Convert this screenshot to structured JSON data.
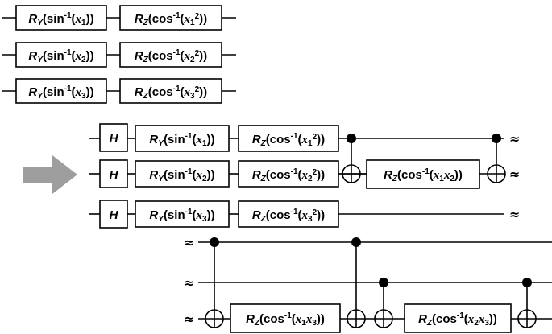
{
  "legend_circuit": {
    "rows": [
      {
        "ry": {
          "op": "R",
          "sub": "Y",
          "fn": "(sin",
          "sup": "-1",
          "open": "(",
          "var": "x",
          "vsub": "1",
          "vsup": "",
          "close": "))"
        },
        "rz": {
          "op": "R",
          "sub": "Z",
          "fn": "(cos",
          "sup": "-1",
          "open": "(",
          "var": "x",
          "vsub": "1",
          "vsup": "2",
          "close": "))"
        }
      },
      {
        "ry": {
          "op": "R",
          "sub": "Y",
          "fn": "(sin",
          "sup": "-1",
          "open": "(",
          "var": "x",
          "vsub": "2",
          "vsup": "",
          "close": "))"
        },
        "rz": {
          "op": "R",
          "sub": "Z",
          "fn": "(cos",
          "sup": "-1",
          "open": "(",
          "var": "x",
          "vsub": "2",
          "vsup": "2",
          "close": "))"
        }
      },
      {
        "ry": {
          "op": "R",
          "sub": "Y",
          "fn": "(sin",
          "sup": "-1",
          "open": "(",
          "var": "x",
          "vsub": "3",
          "vsup": "",
          "close": "))"
        },
        "rz": {
          "op": "R",
          "sub": "Z",
          "fn": "(cos",
          "sup": "-1",
          "open": "(",
          "var": "x",
          "vsub": "3",
          "vsup": "2",
          "close": "))"
        }
      }
    ]
  },
  "main_circuit": {
    "hadamard_label": "H",
    "continuation_mark": "≈",
    "rows": [
      {
        "ry": {
          "op": "R",
          "sub": "Y",
          "fn": "(sin",
          "sup": "-1",
          "open": "(",
          "var": "x",
          "vsub": "1",
          "vsup": "",
          "close": "))"
        },
        "rz": {
          "op": "R",
          "sub": "Z",
          "fn": "(cos",
          "sup": "-1",
          "open": "(",
          "var": "x",
          "vsub": "1",
          "vsup": "2",
          "close": "))"
        }
      },
      {
        "ry": {
          "op": "R",
          "sub": "Y",
          "fn": "(sin",
          "sup": "-1",
          "open": "(",
          "var": "x",
          "vsub": "2",
          "vsup": "",
          "close": "))"
        },
        "rz": {
          "op": "R",
          "sub": "Z",
          "fn": "(cos",
          "sup": "-1",
          "open": "(",
          "var": "x",
          "vsub": "2",
          "vsup": "2",
          "close": "))"
        }
      },
      {
        "ry": {
          "op": "R",
          "sub": "Y",
          "fn": "(sin",
          "sup": "-1",
          "open": "(",
          "var": "x",
          "vsub": "3",
          "vsup": "",
          "close": "))"
        },
        "rz": {
          "op": "R",
          "sub": "Z",
          "fn": "(cos",
          "sup": "-1",
          "open": "(",
          "var": "x",
          "vsub": "3",
          "vsup": "2",
          "close": "))"
        }
      }
    ],
    "entangler_12": {
      "op": "R",
      "sub": "Z",
      "fn": "(cos",
      "sup": "-1",
      "open": "(",
      "var": "x",
      "vsub": "1",
      "var2": "x",
      "vsub2": "2",
      "close": "))"
    },
    "entangler_13": {
      "op": "R",
      "sub": "Z",
      "fn": "(cos",
      "sup": "-1",
      "open": "(",
      "var": "x",
      "vsub": "1",
      "var2": "x",
      "vsub2": "3",
      "close": "))"
    },
    "entangler_23": {
      "op": "R",
      "sub": "Z",
      "fn": "(cos",
      "sup": "-1",
      "open": "(",
      "var": "x",
      "vsub": "2",
      "var2": "x",
      "vsub2": "3",
      "close": "))"
    }
  },
  "colors": {
    "ink": "#000000",
    "arrow": "#9e9e9e",
    "background": "#ffffff"
  }
}
